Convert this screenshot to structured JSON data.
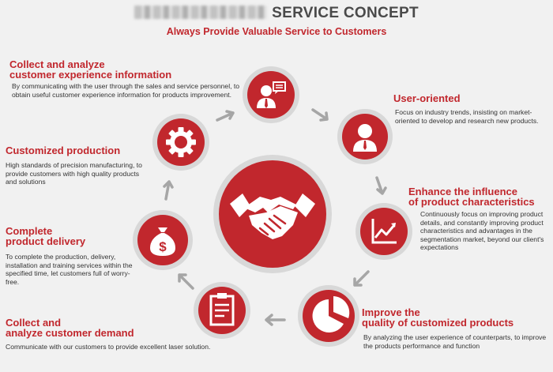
{
  "header": {
    "title": "SERVICE CONCEPT",
    "subtitle": "Always Provide Valuable Service to Customers"
  },
  "sections": {
    "collect_feedback": {
      "title_line1": "Collect and analyze",
      "title_line2": "customer experience information",
      "desc": "By communicating with the user through the sales and service personnel, to obtain useful customer experience information for products improvement."
    },
    "user_oriented": {
      "title": "User-oriented",
      "desc": "Focus on industry trends, insisting on market-oriented to develop and research new products."
    },
    "influence": {
      "title_line1": "Enhance the influence",
      "title_line2": "of product characteristics",
      "desc": "Continuously focus on improving product details, and constantly improving product characteristics and advantages in the segmentation market, beyond our client's expectations"
    },
    "quality": {
      "title_line1": "Improve the",
      "title_line2": "quality of customized products",
      "desc": "By analyzing the user experience of counterparts, to improve the products performance and function"
    },
    "demand": {
      "title_line1": "Collect and",
      "title_line2": "analyze customer demand",
      "desc": "Communicate with our customers to provide excellent laser solution."
    },
    "delivery": {
      "title_line1": "Complete",
      "title_line2": "product delivery",
      "desc": "To complete the production, delivery, installation and training services within the specified time, let customers full of worry-free."
    },
    "customized": {
      "title": "Customized production",
      "desc": "High standards of precision manufacturing, to provide customers with high quality products and solutions"
    }
  },
  "icons": {
    "center": "handshake-icon",
    "top": "user-chat-icon",
    "user": "user-icon",
    "chart": "line-chart-icon",
    "pie": "pie-chart-icon",
    "doc": "clipboard-icon",
    "money": "money-bag-icon",
    "gear": "gear-icon"
  },
  "colors": {
    "accent": "#c1272d",
    "ring": "#d8d8d8",
    "arrow": "#a6a6a6",
    "text": "#333333",
    "background": "#f1f1f1"
  }
}
